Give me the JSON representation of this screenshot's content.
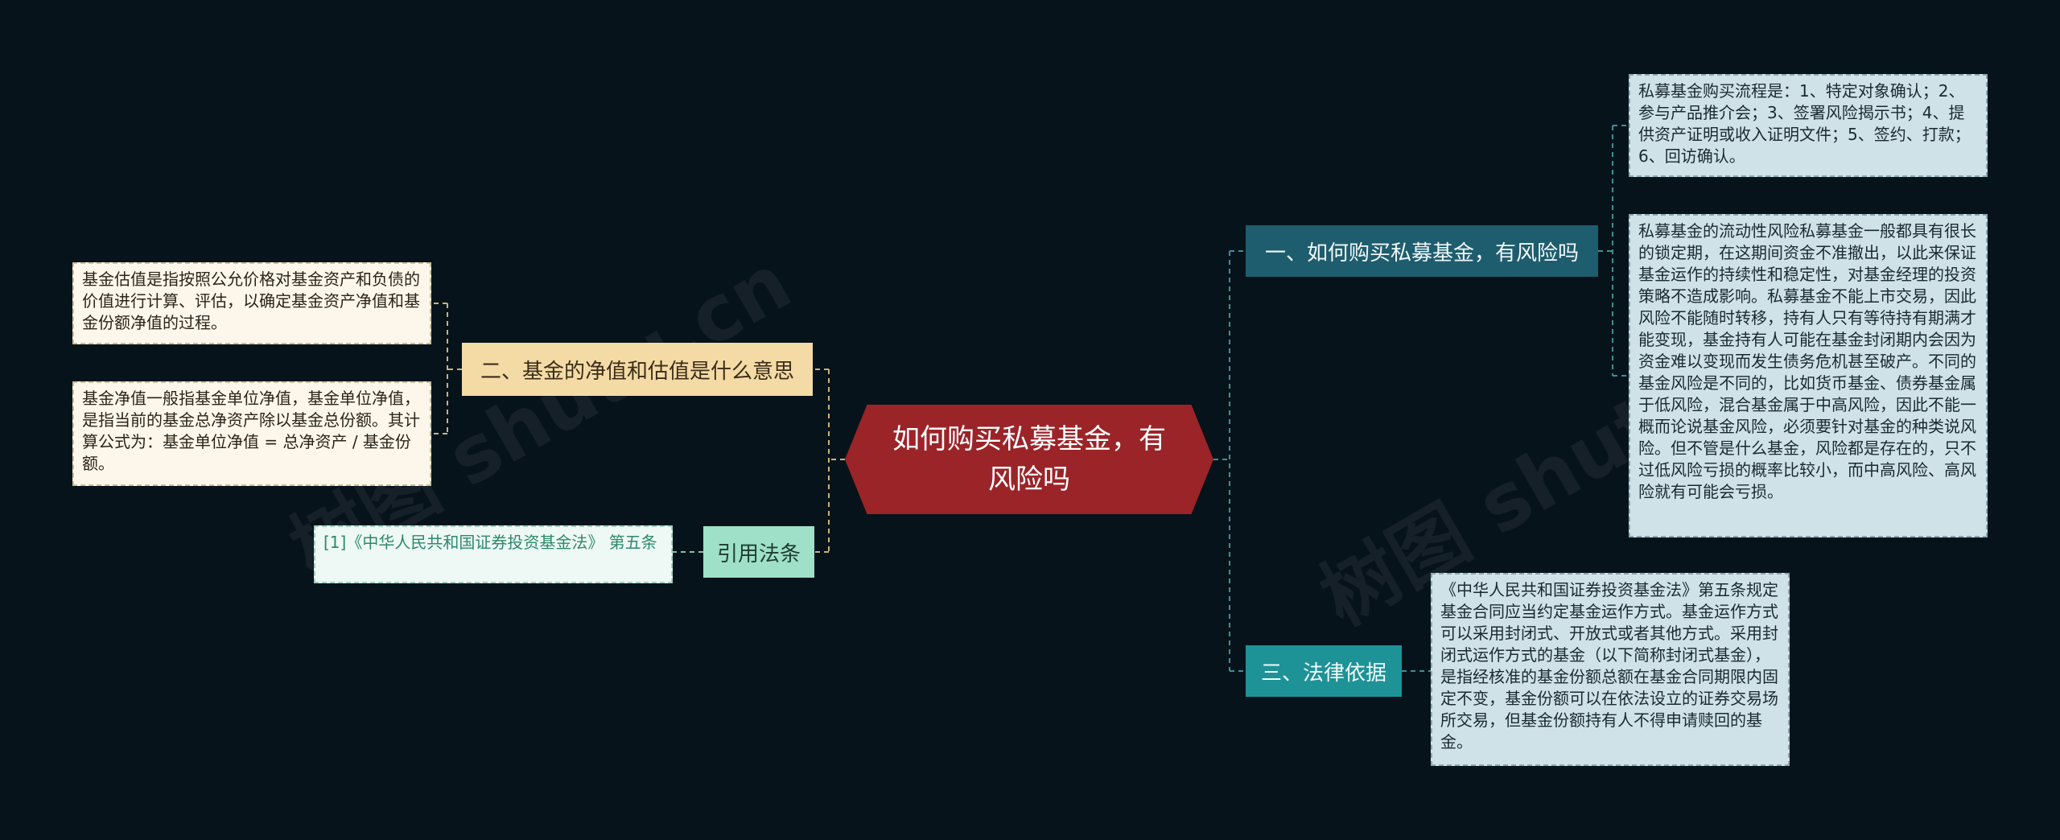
{
  "root": {
    "label": "如何购买私募基金，有风险吗"
  },
  "branches": {
    "b1": "一、如何购买私募基金，有风险吗",
    "b2": "二、基金的净值和估值是什么意思",
    "b3": "引用法条",
    "b4": "三、法律依据"
  },
  "leaves": {
    "l1": "私募基金购买流程是：1、特定对象确认；2、参与产品推介会；3、签署风险揭示书；4、提供资产证明或收入证明文件；5、签约、打款；6、回访确认。",
    "l2": "私募基金的流动性风险私募基金一般都具有很长的锁定期，在这期间资金不准撤出，以此来保证基金运作的持续性和稳定性，对基金经理的投资策略不造成影响。私募基金不能上市交易，因此风险不能随时转移，持有人只有等待持有期满才能变现，基金持有人可能在基金封闭期内会因为资金难以变现而发生债务危机甚至破产。不同的基金风险是不同的，比如货币基金、债券基金属于低风险，混合基金属于中高风险，因此不能一概而论说基金风险，必须要针对基金的种类说风险。但不管是什么基金，风险都是存在的，只不过低风险亏损的概率比较小，而中高风险、高风险就有可能会亏损。",
    "l3": "基金估值是指按照公允价格对基金资产和负债的价值进行计算、评估，以确定基金资产净值和基金份额净值的过程。",
    "l4": "基金净值一般指基金单位净值，基金单位净值，是指当前的基金总净资产除以基金总份额。其计算公式为：基金单位净值 = 总净资产 / 基金份额。",
    "l5": "《中华人民共和国证券投资基金法》第五条规定基金合同应当约定基金运作方式。基金运作方式可以采用封闭式、开放式或者其他方式。采用封闭式运作方式的基金（以下简称封闭式基金），是指经核准的基金份额总额在基金合同期限内固定不变，基金份额可以在依法设立的证券交易场所交易，但基金份额持有人不得申请赎回的基金。",
    "l6": "[1]《中华人民共和国证券投资基金法》 第五条"
  },
  "watermark": "树图 shutu.cn",
  "colors": {
    "background": "#07131b",
    "root": "#9b2428",
    "branch1": "#1e5d6e",
    "branch2": "#f4dba6",
    "branch3": "#9fe0c8",
    "branch4": "#1d9297",
    "connector": "#3e8e96"
  }
}
